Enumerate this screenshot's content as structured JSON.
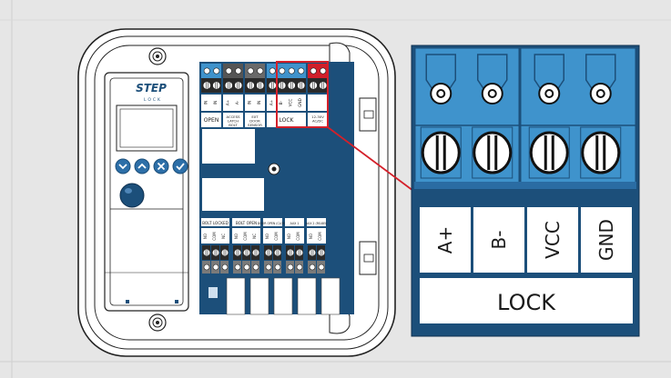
{
  "device": {
    "brand": "STEP",
    "brand_sub": "LOCK",
    "panel_color": "#1c4f7a",
    "blue_terminal": "#3f93cc",
    "red_terminal": "#d11f2a",
    "highlight": "#d4202a",
    "top_labels": [
      {
        "text": "OPEN",
        "pins": [
          "IN",
          "IN"
        ]
      },
      {
        "text": "ACCESS LATCH BOLT",
        "pins": [
          "A+",
          "A-"
        ]
      },
      {
        "text": "EXT DOOR SENSOR",
        "pins": [
          "IN",
          "IN"
        ]
      },
      {
        "text": "LOCK",
        "pins": [
          "A+",
          "B-",
          "VCC",
          "GND"
        ]
      },
      {
        "text": "12-30V AC/DC",
        "pins": [
          "",
          ""
        ]
      }
    ],
    "bottom_labels": [
      {
        "text": "BOLT LOCKED",
        "pins": [
          "NO",
          "COM",
          "NC"
        ]
      },
      {
        "text": "BOLT OPEN",
        "pins": [
          "NO",
          "COM",
          "NC"
        ]
      },
      {
        "text": "DOOR OPEN (CLOSE)",
        "pins": [
          "NO",
          "COM"
        ]
      },
      {
        "text": "AUX 1",
        "pins": [
          "NO",
          "COM"
        ]
      },
      {
        "text": "AUX 2 (RS485)",
        "pins": [
          "NO",
          "COM"
        ]
      }
    ]
  },
  "zoom": {
    "pins": [
      "A+",
      "B-",
      "VCC",
      "GND"
    ],
    "group_label": "LOCK"
  }
}
